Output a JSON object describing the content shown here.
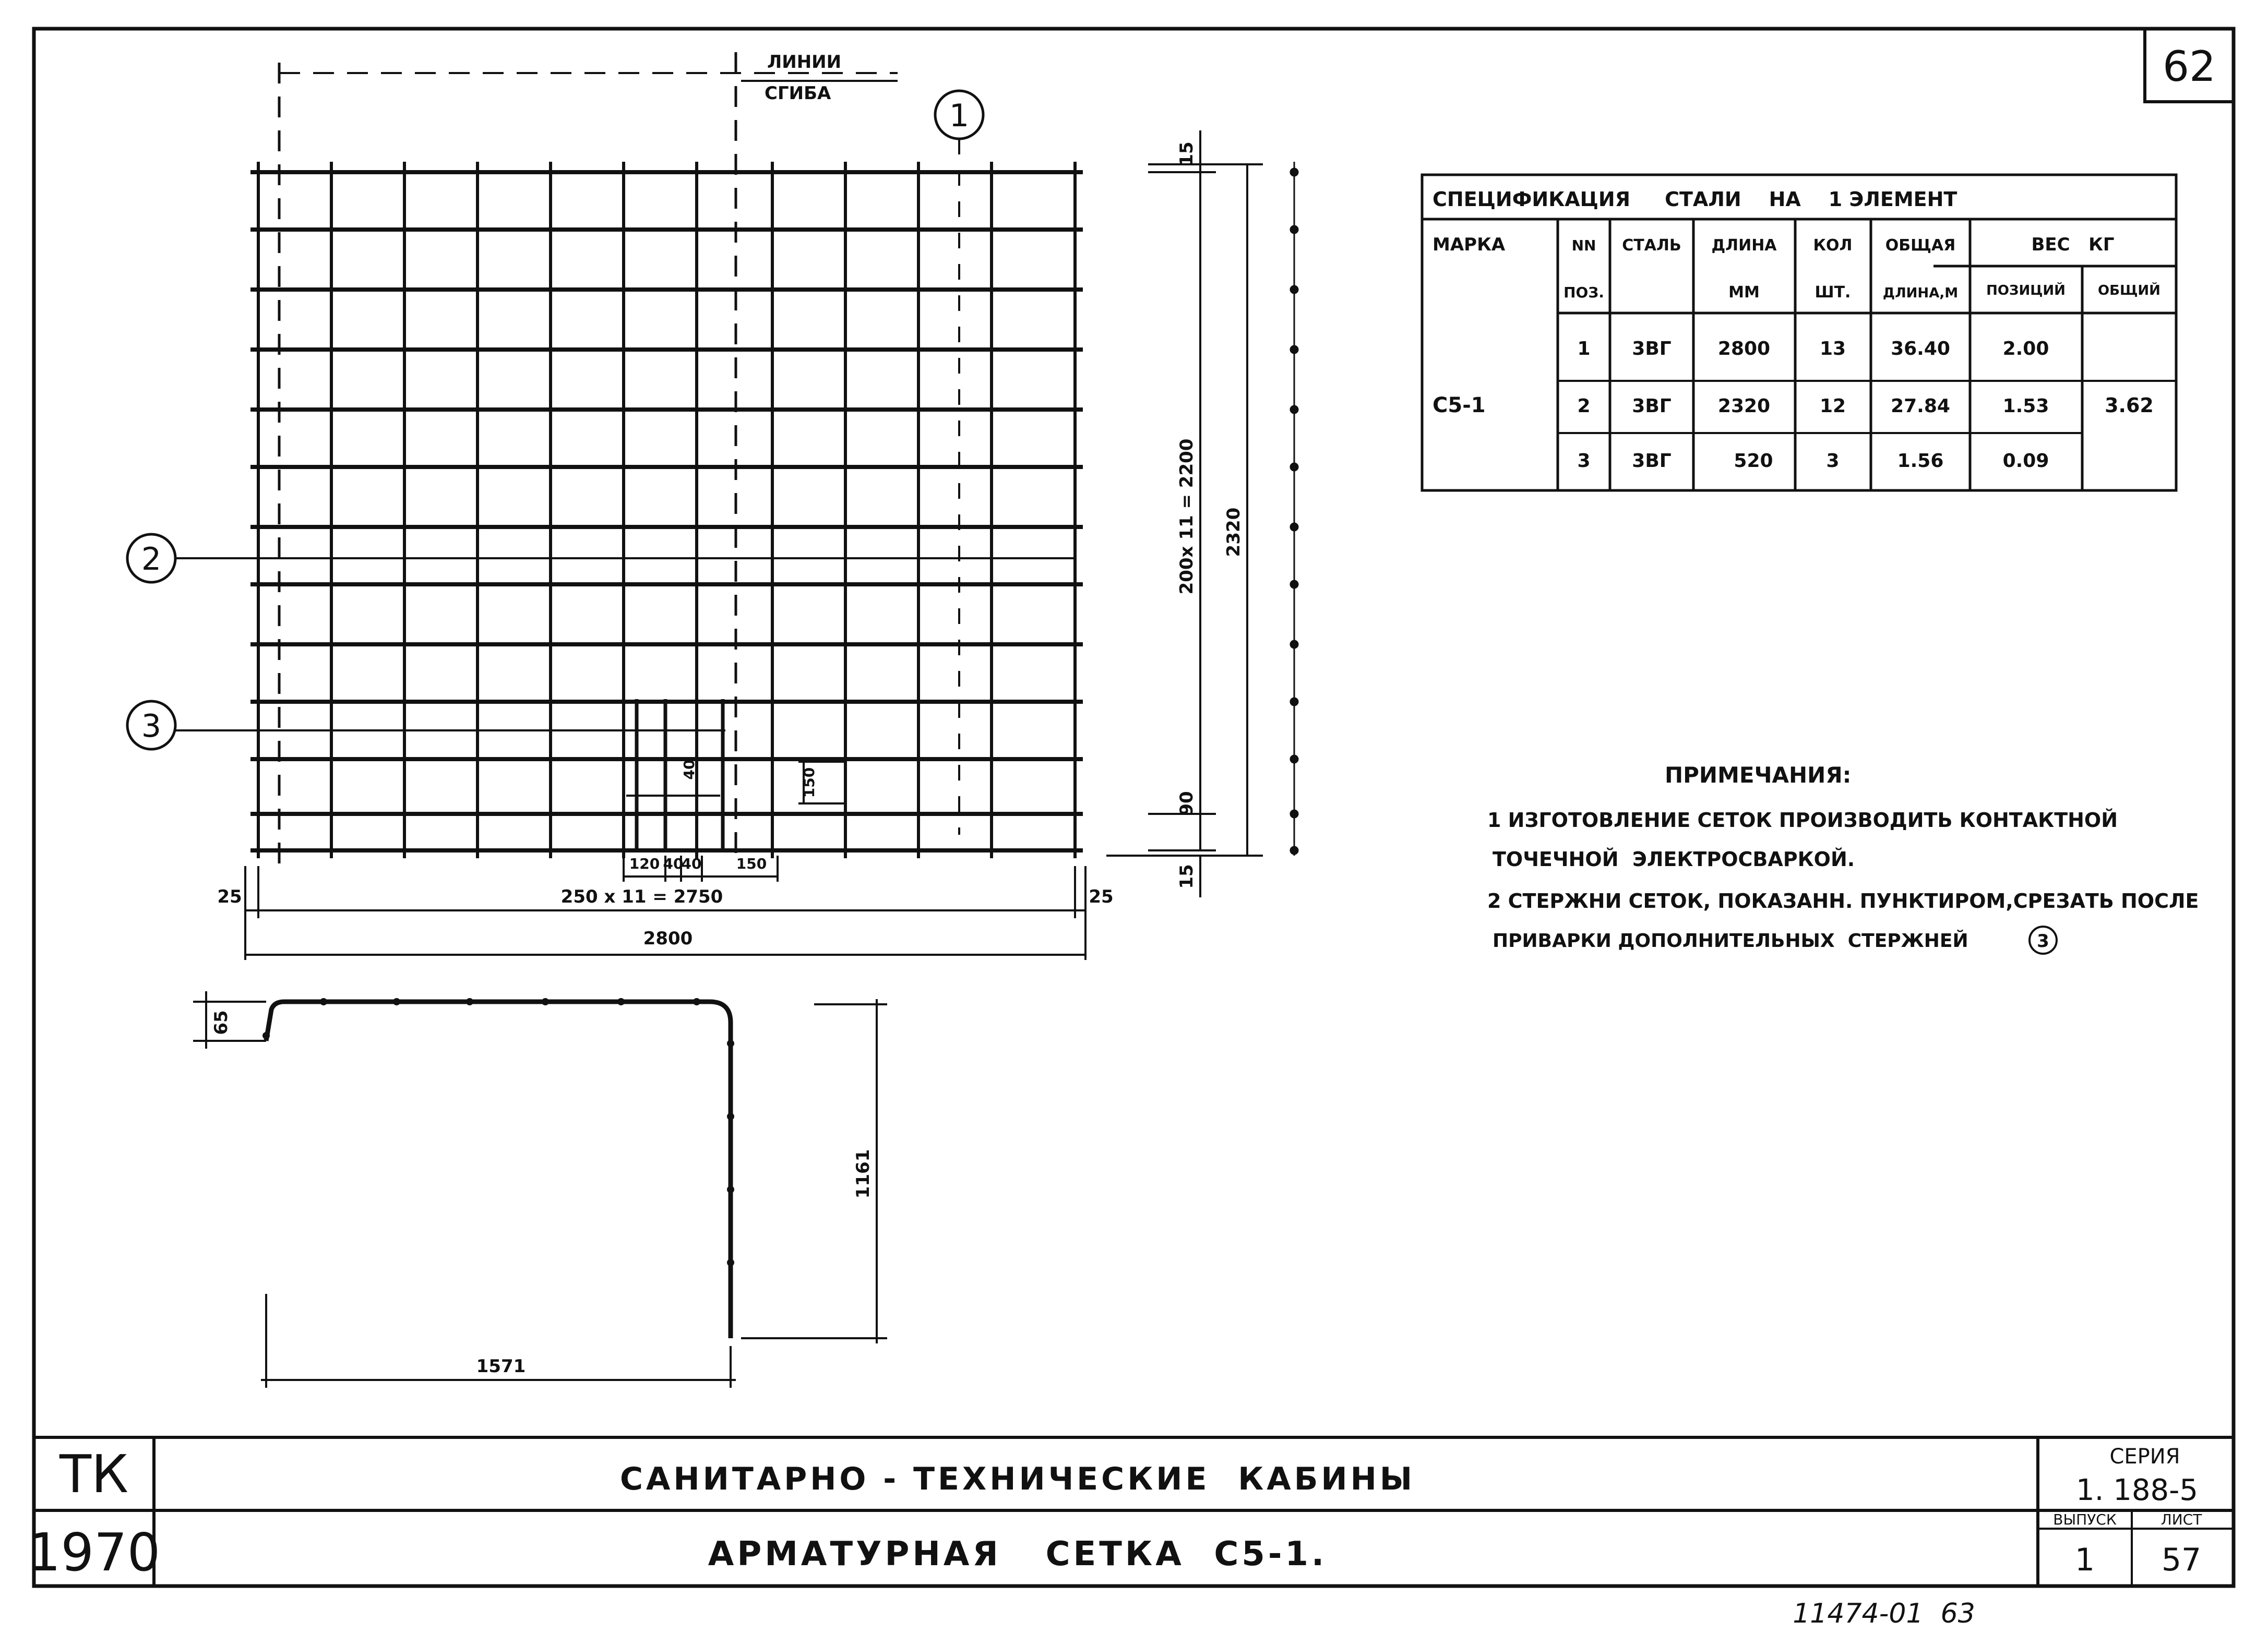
{
  "sheet_number": "62",
  "drawing": {
    "bend_line_label_1": "ЛИНИИ",
    "bend_line_label_2": "СГИБА",
    "markers": [
      "1",
      "2",
      "3"
    ],
    "dims": {
      "top_15": "15",
      "bottom_15": "15",
      "d_90": "90",
      "pitch_v": "200x 11 = 2200",
      "total_v": "2320",
      "d_25_left": "25",
      "d_25_right": "25",
      "pitch_h": "250 x 11 = 2750",
      "total_h": "2800",
      "d_120": "120",
      "d_40a": "40",
      "d_40b": "40",
      "d_150_bottom": "150",
      "d_40_mid": "40",
      "d_150_mid": "150",
      "d_65": "65",
      "d_1161": "1161",
      "d_1571": "1571"
    }
  },
  "spec_table": {
    "title": "СПЕЦИФИКАЦИЯ     СТАЛИ    НА    1 ЭЛЕМЕНТ",
    "headers": {
      "marka": "МАРКА",
      "nn_1": "NN",
      "nn_2": "ПОЗ.",
      "stal": "СТАЛЬ",
      "dlina_1": "ДЛИНА",
      "dlina_2": "ММ",
      "kol_1": "КОЛ",
      "kol_2": "ШТ.",
      "obsh_1": "ОБЩАЯ",
      "obsh_2": "ДЛИНА,М",
      "ves": "ВЕС   КГ",
      "ves_poz": "ПОЗИЦИЙ",
      "ves_obsh": "ОБЩИЙ"
    },
    "marka": "С5-1",
    "rows": [
      {
        "pos": "1",
        "steel": "3ВГ",
        "length": "2800",
        "qty": "13",
        "total_len": "36.40",
        "w_pos": "2.00"
      },
      {
        "pos": "2",
        "steel": "3ВГ",
        "length": "2320",
        "qty": "12",
        "total_len": "27.84",
        "w_pos": "1.53"
      },
      {
        "pos": "3",
        "steel": "3ВГ",
        "length": "520",
        "qty": "3",
        "total_len": "1.56",
        "w_pos": "0.09"
      }
    ],
    "weight_total": "3.62"
  },
  "notes": {
    "title": "ПРИМЕЧАНИЯ:",
    "line1": "1 ИЗГОТОВЛЕНИЕ СЕТОК ПРОИЗВОДИТЬ КОНТАКТНОЙ",
    "line2": "ТОЧЕЧНОЙ  ЭЛЕКТРОСВАРКОЙ.",
    "line3": "2 СТЕРЖНИ СЕТОК, ПОКАЗАНН. ПУНКТИРОМ,СРЕЗАТЬ ПОСЛЕ",
    "line4": "ПРИВАРКИ ДОПОЛНИТЕЛЬНЫХ  СТЕРЖНЕЙ",
    "line4_marker": "3"
  },
  "title_block": {
    "org": "ТК",
    "year": "1970",
    "project": "САНИТАРНО - ТЕХНИЧЕСКИЕ  КАБИНЫ",
    "drawing_title": "АРМАТУРНАЯ   СЕТКА  С5-1.",
    "series_label": "СЕРИЯ",
    "series_value": "1. 188-5",
    "issue_label": "ВЫПУСК",
    "issue_value": "1",
    "sheet_label": "ЛИСТ",
    "sheet_value": "57"
  },
  "footer_stamp": "11474-01  63"
}
